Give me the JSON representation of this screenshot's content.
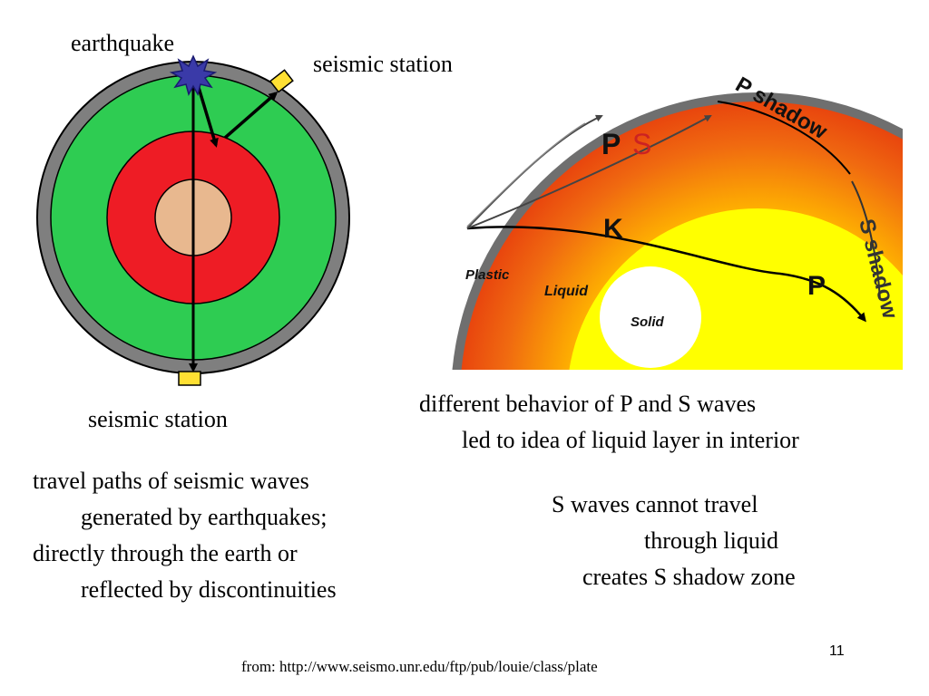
{
  "left_diagram": {
    "earthquake_label": "earthquake",
    "station_label_top": "seismic station",
    "station_label_bottom": "seismic station",
    "colors": {
      "crust": "#7f7f7f",
      "mantle": "#2ecc52",
      "outer_core": "#ee1c25",
      "inner_core": "#e8b88f",
      "station": "#ffe033",
      "earthquake": "#3a3aa8"
    }
  },
  "right_diagram": {
    "labels": {
      "p": "P",
      "s": "S",
      "k": "K",
      "p_exit": "P",
      "plastic": "Plastic",
      "liquid": "Liquid",
      "solid": "Solid",
      "p_shadow": "P shadow",
      "s_shadow": "S shadow"
    },
    "colors": {
      "crust": "#6f6f6f",
      "mantle_outer": "#e8440e",
      "mantle_inner": "#ffb400",
      "liquid": "#ffff00",
      "solid": "#ffffff",
      "s_label": "#cc2222"
    }
  },
  "right_caption": {
    "line1": "different behavior of P and S waves",
    "line2": "led to idea of liquid layer in interior"
  },
  "s_wave_caption": {
    "line1": "S waves cannot travel",
    "line2": "through liquid",
    "line3": "creates S shadow zone"
  },
  "left_caption": {
    "line1": "travel paths of seismic waves",
    "line2": "generated by earthquakes;",
    "line3": "directly through the earth or",
    "line4": "reflected by discontinuities"
  },
  "page_number": "11",
  "source": "from: http://www.seismo.unr.edu/ftp/pub/louie/class/plate"
}
